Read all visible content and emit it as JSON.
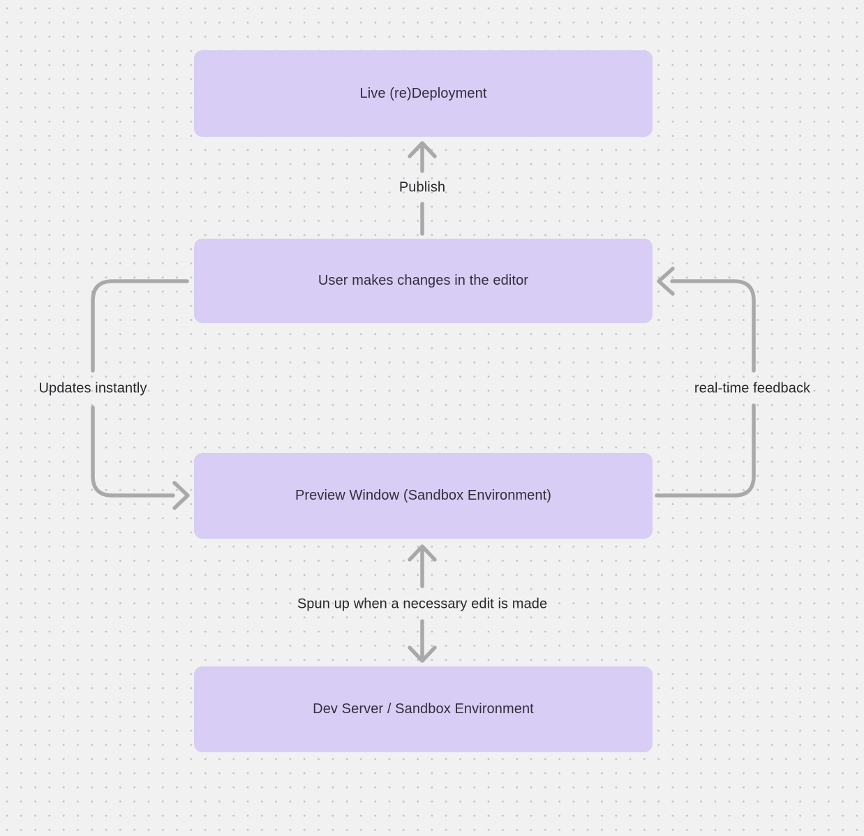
{
  "diagram": {
    "nodes": [
      {
        "id": "live-redeployment",
        "label": "Live (re)Deployment"
      },
      {
        "id": "user-editor",
        "label": "User makes changes in the editor"
      },
      {
        "id": "preview-window",
        "label": "Preview Window (Sandbox Environment)"
      },
      {
        "id": "dev-server",
        "label": "Dev Server / Sandbox Environment"
      }
    ],
    "edges": [
      {
        "id": "publish",
        "label": "Publish",
        "from": "user-editor",
        "to": "live-redeployment",
        "direction": "up"
      },
      {
        "id": "updates-instantly",
        "label": "Updates instantly",
        "from": "user-editor",
        "to": "preview-window",
        "direction": "left-loop"
      },
      {
        "id": "real-time-feedback",
        "label": "real-time feedback",
        "from": "preview-window",
        "to": "user-editor",
        "direction": "right-loop"
      },
      {
        "id": "spun-up",
        "label": "Spun up when a necessary edit is made",
        "from": "preview-window",
        "to": "dev-server",
        "bidirectional": true
      }
    ],
    "colors": {
      "background": "#F2F1F1",
      "grid_dot": "#C7C5C5",
      "node_fill": "#D8CDF4",
      "node_text": "#312D3B",
      "label_text": "#28272C",
      "arrow": "#A9A9A9"
    }
  }
}
